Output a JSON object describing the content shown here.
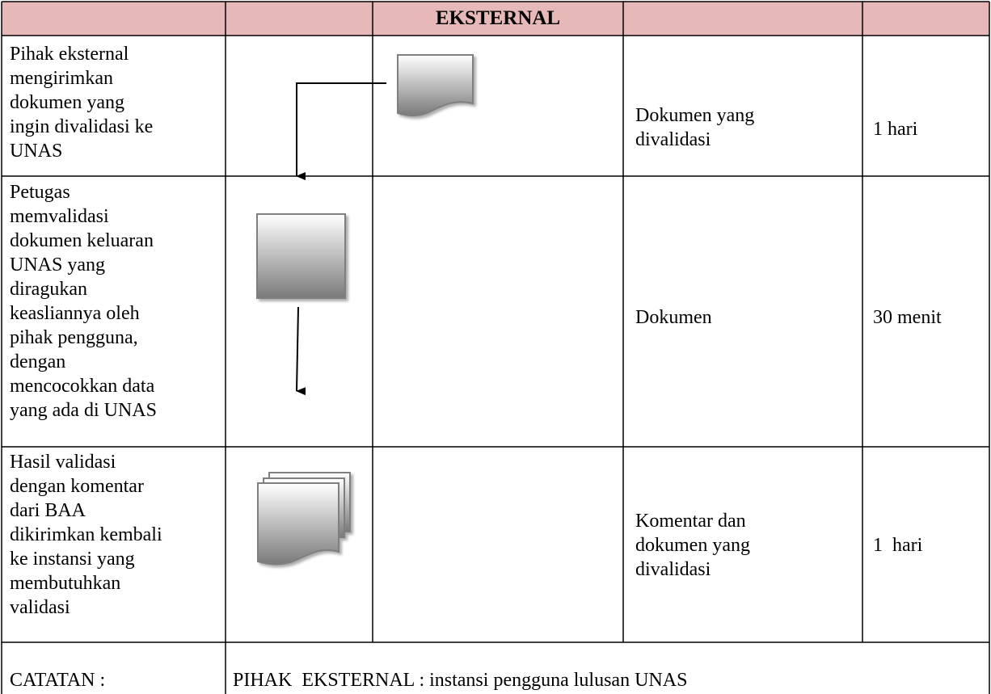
{
  "header": {
    "columns": [
      "",
      "",
      "EKSTERNAL",
      "",
      ""
    ],
    "color": "#e6b9b8"
  },
  "rows": [
    {
      "activity": "Pihak eksternal\nmengirimkan\ndokumen yang\ningin divalidasi ke\nUNAS",
      "output": "Dokumen yang\ndivalidasi",
      "time": "1 hari",
      "symbol": "document-icon"
    },
    {
      "activity": "Petugas\nmemvalidasi\ndokumen keluaran\nUNAS yang\ndiragukan\nkeasliannya oleh\npihak pengguna,\ndengan\nmencocokkan data\nyang ada di UNAS",
      "output": "Dokumen",
      "time": "30 menit",
      "symbol": "process-icon"
    },
    {
      "activity": "Hasil validasi\ndengan komentar\ndari BAA\ndikirimkan kembali\nke instansi yang\nmembutuhkan\nvalidasi",
      "output": "Komentar dan\ndokumen yang\ndivalidasi",
      "time": "1  hari",
      "symbol": "multi-document-icon"
    }
  ],
  "note": {
    "label": "CATATAN :",
    "text": "PIHAK  EKSTERNAL : instansi pengguna lulusan UNAS"
  }
}
